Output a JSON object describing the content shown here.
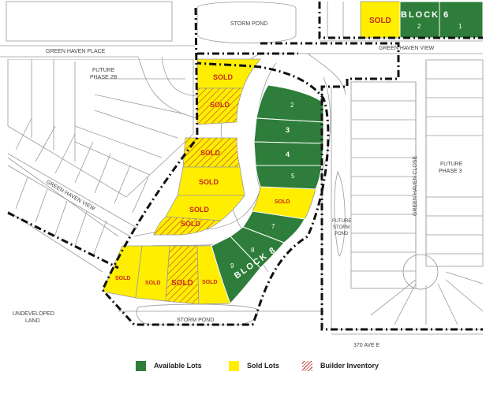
{
  "map": {
    "labels": {
      "storm_pond_top": "STORM POND",
      "storm_pond_bottom": "STORM POND",
      "green_haven_place": "GREEN HAVEN PLACE",
      "green_haven_view_top": "GREEN HAVEN VIEW",
      "green_haven_view_left": "GREEN HAVEN VIEW",
      "future_phase_2b_line1": "FUTURE",
      "future_phase_2b_line2": "PHASE 2B",
      "future_phase_3_line1": "FUTURE",
      "future_phase_3_line2": "PHASE 3",
      "future_storm_pond_line1": "FUTURE",
      "future_storm_pond_line2": "STORM",
      "future_storm_pond_line3": "POND",
      "green_haven_close": "GREEN HAVEN CLOSE",
      "undeveloped_line1": "UNDEVELOPED",
      "undeveloped_line2": "LAND",
      "avenue": "370 AVE E",
      "block6": "BLOCK 6",
      "block8": "BLOCK 8"
    },
    "sold_label": "SOLD",
    "block6_lots": {
      "sold": "SOLD",
      "lot_a": "2",
      "lot_b": "1"
    },
    "block8_lots": [
      "2",
      "3",
      "4",
      "5",
      "7",
      "8",
      "9"
    ],
    "lot_status": {
      "available": [
        "B6-2",
        "B6-1",
        "B8-2",
        "B8-3",
        "B8-4",
        "B8-5",
        "B8-7",
        "B8-8",
        "B8-9"
      ],
      "sold": [
        "B6-3",
        "north-1",
        "north-2",
        "west-1",
        "west-2",
        "west-3",
        "west-4",
        "east-6",
        "south-1",
        "south-2",
        "south-3",
        "south-4"
      ],
      "builder_inventory": [
        "north-2",
        "west-1",
        "west-4",
        "south-3"
      ]
    }
  },
  "legend": {
    "available": "Available Lots",
    "sold": "Sold Lots",
    "builder": "Builder Inventory"
  },
  "colors": {
    "available": "#2e7d3a",
    "sold": "#ffee00",
    "builder_hatch": "#c0392b",
    "sold_text": "#c8281e"
  }
}
